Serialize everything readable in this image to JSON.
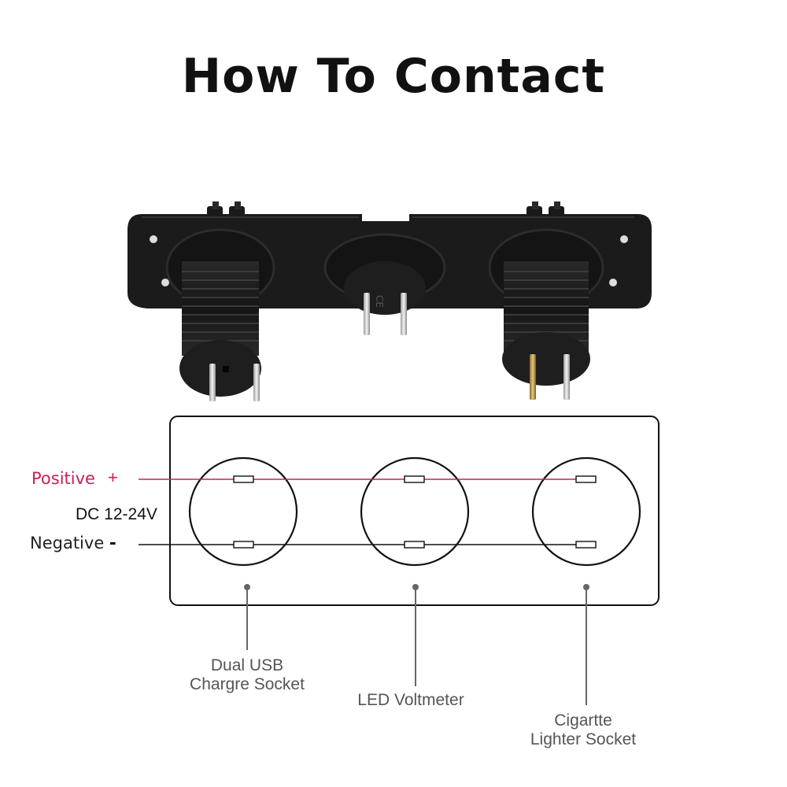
{
  "title": "How To Contact",
  "wiring": {
    "positive_label": "Positive",
    "positive_sign": "+",
    "voltage_label": "DC 12-24V",
    "negative_label": "Negative",
    "negative_sign": "-"
  },
  "sockets": [
    {
      "line1": "Dual USB",
      "line2": "Chargre Socket"
    },
    {
      "line1": "LED Voltmeter",
      "line2": ""
    },
    {
      "line1": "Cigartte",
      "line2": "Lighter Socket"
    }
  ],
  "colors": {
    "positive_wire": "#c8205a",
    "negative_wire": "#111111",
    "panel": "#1c1c1c"
  }
}
